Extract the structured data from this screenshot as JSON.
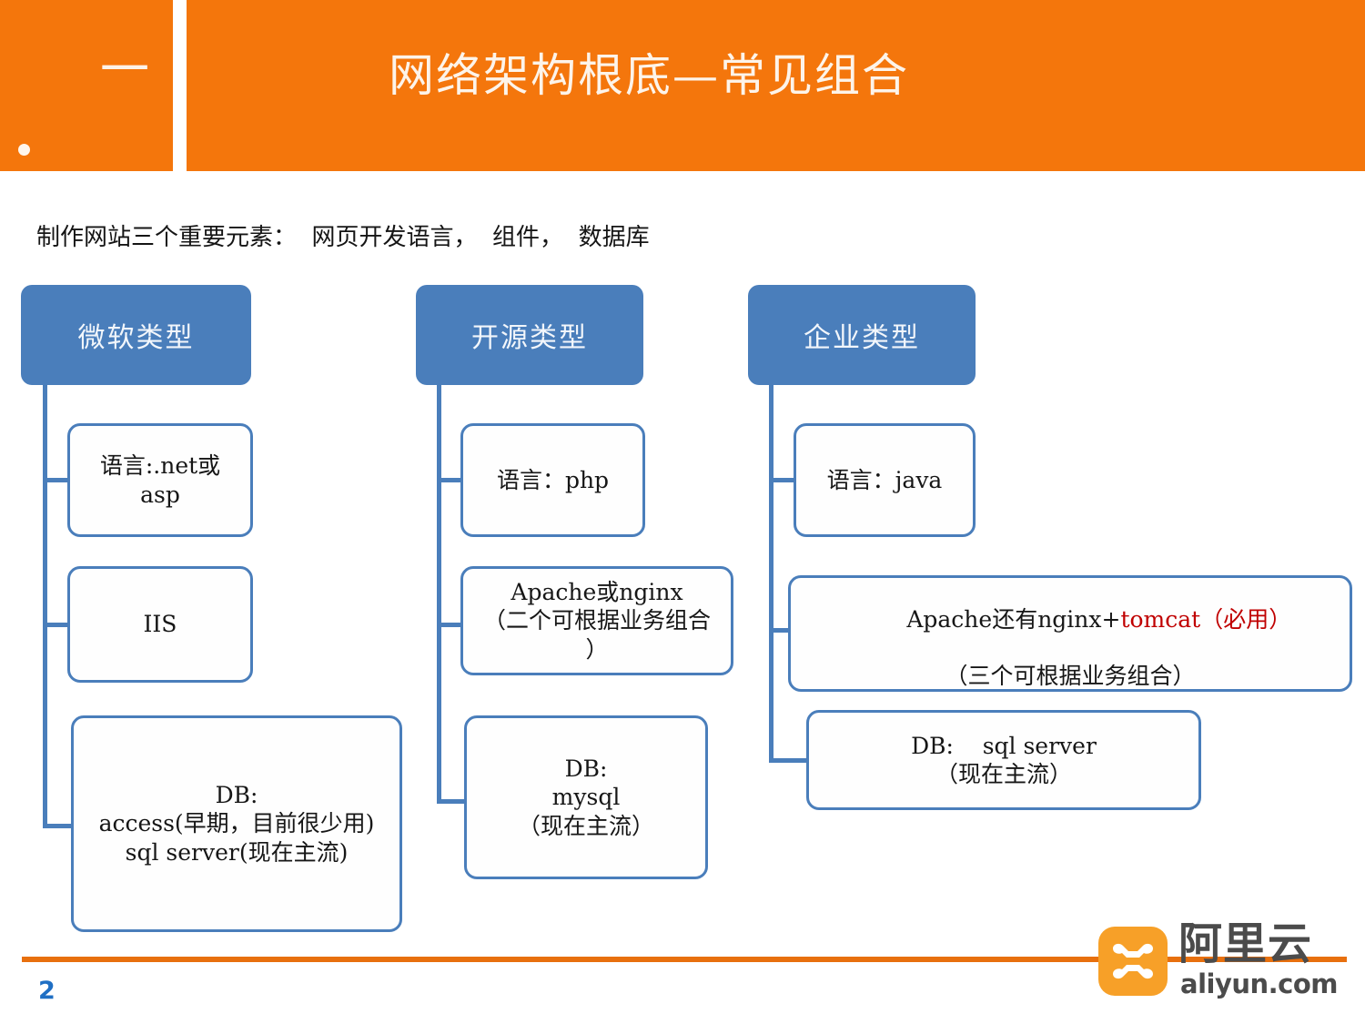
{
  "header": {
    "number": "一",
    "title": "网络架构根底—常见组合",
    "orange": "#F4760C"
  },
  "subtitle": "制作网站三个重要元素：  网页开发语言，  组件，  数据库",
  "accent": {
    "blue": "#4A7EBB",
    "red": "#C00000",
    "orange_rule": "#E8700E",
    "page_blue": "#1F6FC4"
  },
  "columns": [
    {
      "head": "微软类型",
      "nodes": [
        {
          "lines": [
            "语言:.net或",
            "asp"
          ]
        },
        {
          "lines": [
            "IIS"
          ]
        },
        {
          "lines": [
            "DB:",
            "access(早期，目前很少用)",
            "sql server(现在主流)"
          ]
        }
      ]
    },
    {
      "head": "开源类型",
      "nodes": [
        {
          "lines": [
            "语言：php"
          ]
        },
        {
          "lines": [
            "Apache或nginx",
            "（二个可根据业务组合",
            "）"
          ]
        },
        {
          "lines": [
            "DB:",
            "mysql",
            "（现在主流）"
          ]
        }
      ]
    },
    {
      "head": "企业类型",
      "nodes": [
        {
          "lines": [
            "语言：java"
          ]
        },
        {
          "lines_rich": [
            [
              {
                "t": "Apache还有nginx+",
                "c": "black"
              },
              {
                "t": "tomcat（必用）",
                "c": "red"
              }
            ],
            [
              {
                "t": "（三个可根据业务组合）",
                "c": "black"
              }
            ]
          ]
        },
        {
          "lines": [
            "DB:    sql server",
            "（现在主流）"
          ]
        }
      ]
    }
  ],
  "footer": {
    "page_number": "2",
    "logo_cn": "阿里云",
    "logo_en": "aliyun.com"
  }
}
